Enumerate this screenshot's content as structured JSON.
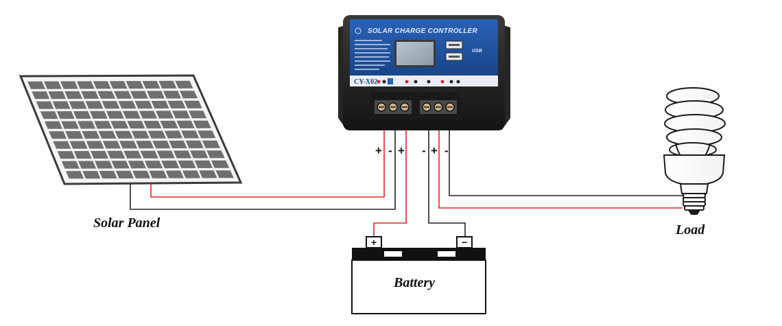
{
  "labels": {
    "solar_panel": "Solar Panel",
    "battery": "Battery",
    "load": "Load"
  },
  "controller": {
    "title": "SOLAR CHARGE CONTROLLER",
    "model": "CY-X02",
    "usb_badge": "USB"
  },
  "terminal_polarity": {
    "pv_pos": "+",
    "pv_neg": "-",
    "bat_pos": "+",
    "bat_neg": "-",
    "load_pos": "+",
    "load_neg": "-"
  },
  "battery_terminals": {
    "positive": "+",
    "negative": "−"
  },
  "colors": {
    "positive_wire": "#e02424",
    "negative_wire": "#222222",
    "controller_face": "#1c4f9c",
    "controller_body": "#1e1e1e"
  }
}
